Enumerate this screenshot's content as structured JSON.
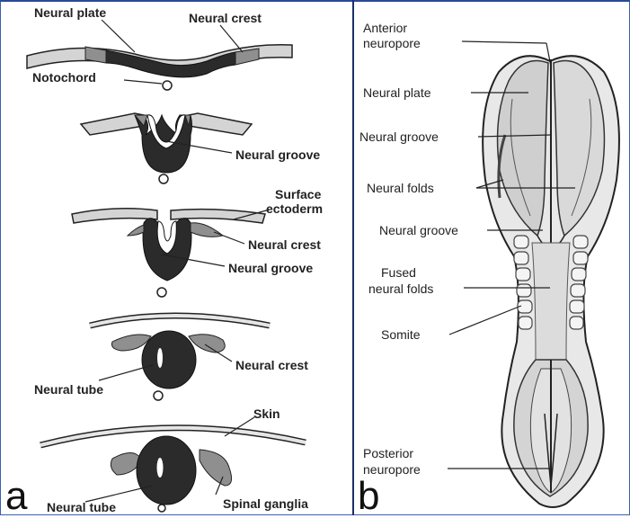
{
  "panel_a": {
    "letter": "a",
    "stage1": {
      "neural_plate": "Neural plate",
      "neural_crest": "Neural crest",
      "notochord": "Notochord"
    },
    "stage2": {
      "neural_groove": "Neural groove"
    },
    "stage3": {
      "surface_ectoderm_1": "Surface",
      "surface_ectoderm_2": "ectoderm",
      "neural_crest": "Neural crest",
      "neural_groove": "Neural groove"
    },
    "stage4": {
      "neural_crest": "Neural crest",
      "neural_tube": "Neural tube"
    },
    "stage5": {
      "skin": "Skin",
      "neural_tube": "Neural tube",
      "spinal_ganglia": "Spinal ganglia"
    }
  },
  "panel_b": {
    "letter": "b",
    "anterior_neuropore_1": "Anterior",
    "anterior_neuropore_2": "neuropore",
    "neural_plate": "Neural plate",
    "neural_groove_top": "Neural groove",
    "neural_folds": "Neural folds",
    "neural_groove_mid": "Neural groove",
    "fused_neural_folds_1": "Fused",
    "fused_neural_folds_2": "neural folds",
    "somite": "Somite",
    "posterior_neuropore_1": "Posterior",
    "posterior_neuropore_2": "neuropore"
  },
  "colors": {
    "frame": "#3a5fb0",
    "divider": "#1d2f6a",
    "dark_tissue": "#2b2b2b",
    "light_tissue": "#cfcfcf",
    "crest_tissue": "#8f8f8f"
  }
}
